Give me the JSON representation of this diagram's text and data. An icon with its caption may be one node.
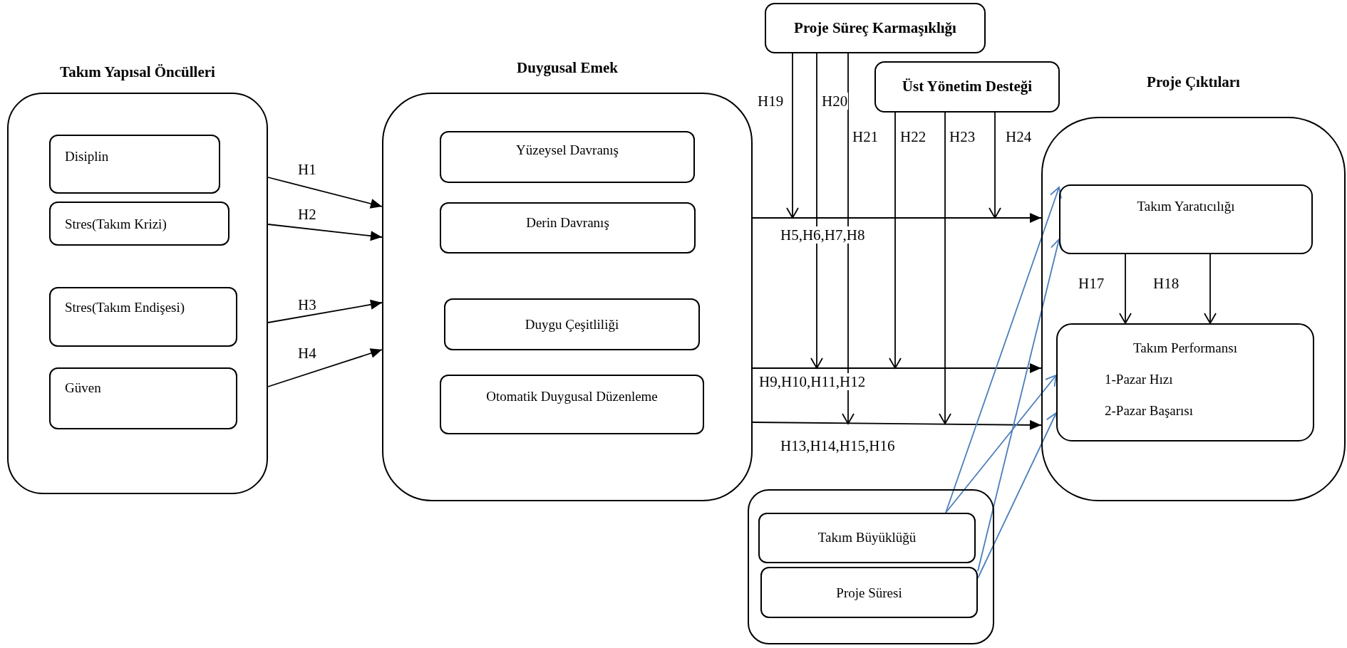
{
  "diagram": {
    "nodes": [
      {
        "text": [
          "Takım Yapısal Öncülleri"
        ]
      },
      {
        "text": [
          "Disiplin"
        ],
        "in": 0
      },
      {
        "text": [
          "Stres(Takım Krizi)"
        ],
        "in": 0
      },
      {
        "text": [
          "Stres(Takım Endişesi)"
        ],
        "in": 0
      },
      {
        "text": [
          "Güven"
        ],
        "in": 0
      },
      {
        "text": [
          "Duygusal Emek"
        ]
      },
      {
        "text": [
          "Yüzeysel Davranış"
        ],
        "in": 5
      },
      {
        "text": [
          "Derin Davranış"
        ],
        "in": 5
      },
      {
        "text": [
          "Duygu Çeşitliliği"
        ],
        "in": 5
      },
      {
        "text": [
          "Otomatik Duygusal Düzenleme"
        ],
        "in": 5
      },
      {
        "text": [
          "Proje Süreç Karmaşıklığı"
        ]
      },
      {
        "text": [
          "Üst Yönetim Desteği"
        ]
      },
      {
        "text": [
          "Proje Çıktıları"
        ]
      },
      {
        "text": [
          "Takım Yaratıcılığı"
        ],
        "in": 12
      },
      {
        "text": [
          "Takım Performansı",
          "1-Pazar Hızı",
          "2-Pazar Başarısı"
        ],
        "in": 12
      },
      {
        "text": [],
        "shape": "box"
      },
      {
        "text": [
          "Takım Büyüklüğü"
        ],
        "in": 15
      },
      {
        "text": [
          "Proje Süresi"
        ],
        "in": 15
      }
    ],
    "edges": [
      {
        "from": 0,
        "to": 5,
        "arrow": "to",
        "label": "H1"
      },
      {
        "from": 0,
        "to": 5,
        "arrow": "to",
        "label": "H2"
      },
      {
        "from": 0,
        "to": 5,
        "arrow": "to",
        "label": "H3"
      },
      {
        "from": 0,
        "to": 5,
        "arrow": "to",
        "label": "H4"
      },
      {
        "from": 5,
        "to": 12,
        "arrow": "to",
        "label": "H5,H6,H7,H8"
      },
      {
        "from": 5,
        "to": 12,
        "arrow": "to",
        "label": "H9,H10,H11,H12"
      },
      {
        "from": 5,
        "to": 12,
        "arrow": "to",
        "label": "H13,H14,H15,H16"
      },
      {
        "from": 10,
        "to": null,
        "arrow": "to",
        "label": "H19"
      },
      {
        "from": 10,
        "to": null,
        "arrow": "to",
        "label": "H20"
      },
      {
        "from": 10,
        "to": null,
        "arrow": "to",
        "label": "H21"
      },
      {
        "from": 11,
        "to": null,
        "arrow": "to",
        "label": "H22"
      },
      {
        "from": 11,
        "to": null,
        "arrow": "to",
        "label": "H23"
      },
      {
        "from": 11,
        "to": null,
        "arrow": "to",
        "label": "H24"
      },
      {
        "from": 13,
        "to": 14,
        "arrow": "to",
        "label": "H17"
      },
      {
        "from": 13,
        "to": 14,
        "arrow": "to",
        "label": "H18"
      },
      {
        "from": 16,
        "to": 13,
        "arrow": "to",
        "color": "#4a7ebb"
      },
      {
        "from": 16,
        "to": 14,
        "arrow": "to",
        "color": "#4a7ebb"
      },
      {
        "from": 17,
        "to": 13,
        "arrow": "to",
        "color": "#4a7ebb"
      },
      {
        "from": 17,
        "to": 14,
        "arrow": "to",
        "color": "#4a7ebb"
      }
    ]
  }
}
